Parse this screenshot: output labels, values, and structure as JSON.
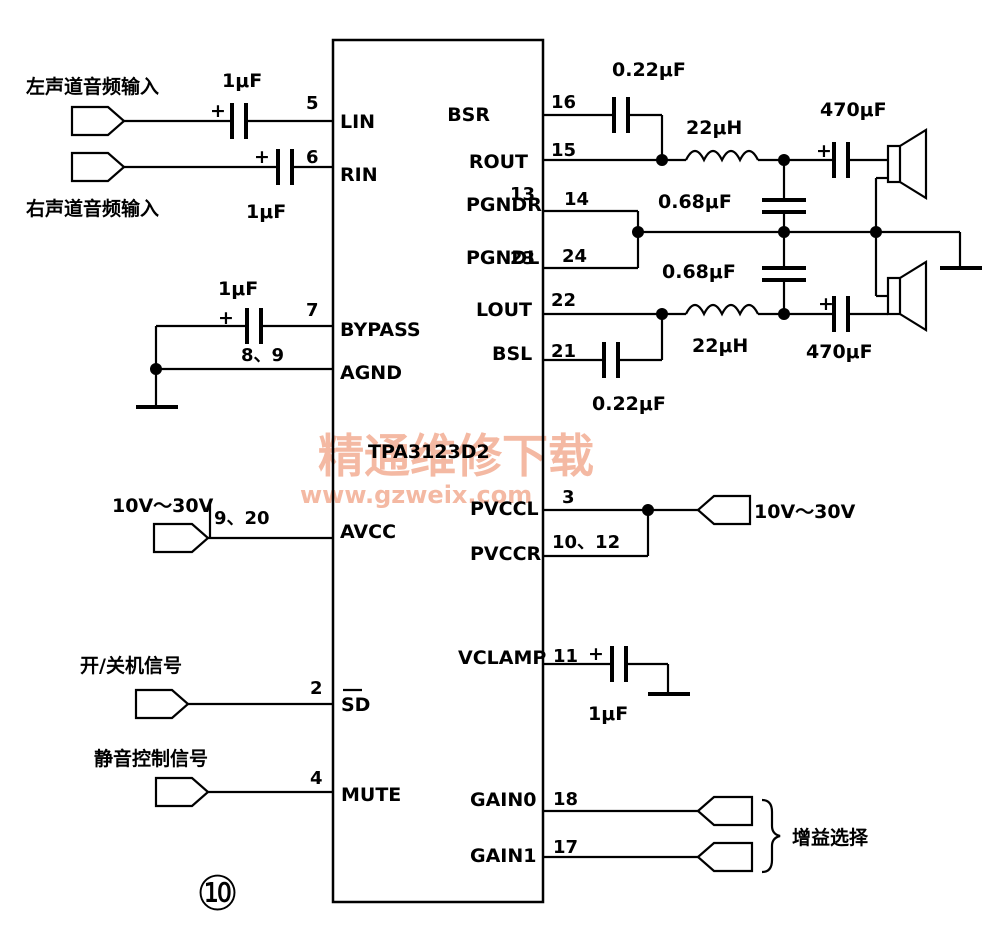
{
  "chip": {
    "part": "TPA3123D2",
    "figure_number": "⑩"
  },
  "watermark": {
    "text": "精通维修下载",
    "url": "www.gzweix.com"
  },
  "pins_left": [
    {
      "id": "lin",
      "num": "5",
      "name": "LIN"
    },
    {
      "id": "rin",
      "num": "6",
      "name": "RIN"
    },
    {
      "id": "bypass",
      "num": "7",
      "name": "BYPASS"
    },
    {
      "id": "agnd",
      "num": "8、9",
      "name": "AGND"
    },
    {
      "id": "avcc",
      "num": "9、20",
      "name": "AVCC"
    },
    {
      "id": "sd",
      "num": "2",
      "name": "SD"
    },
    {
      "id": "mute",
      "num": "4",
      "name": "MUTE"
    }
  ],
  "pins_right": [
    {
      "id": "bsr",
      "num": "16",
      "name": "BSR"
    },
    {
      "id": "rout",
      "num": "15",
      "name": "ROUT"
    },
    {
      "id": "pgndr",
      "num": "14",
      "name": "PGNDR",
      "num2": "13"
    },
    {
      "id": "pgndl",
      "num": "24",
      "name": "PGNDL",
      "num2": "23"
    },
    {
      "id": "lout",
      "num": "22",
      "name": "LOUT"
    },
    {
      "id": "bsl",
      "num": "21",
      "name": "BSL"
    },
    {
      "id": "pvccl",
      "num": "3",
      "name": "PVCCL"
    },
    {
      "id": "pvccr",
      "num": "10、12",
      "name": "PVCCR"
    },
    {
      "id": "vclamp",
      "num": "11",
      "name": "VCLAMP"
    },
    {
      "id": "gain0",
      "num": "18",
      "name": "GAIN0"
    },
    {
      "id": "gain1",
      "num": "17",
      "name": "GAIN1"
    }
  ],
  "signals": {
    "left_audio_in": "左声道音频输入",
    "right_audio_in": "右声道音频输入",
    "avcc_supply": "10V～30V",
    "pvcc_supply": "10V～30V",
    "power_signal": "开/关机信号",
    "mute_signal": "静音控制信号",
    "gain_select": "增益选择"
  },
  "components": {
    "c_lin": "1μF",
    "c_rin": "1μF",
    "c_bypass": "1μF",
    "c_vclamp": "1μF",
    "c_bsr": "0.22μF",
    "c_bsl": "0.22μF",
    "l_r": "22μH",
    "l_l": "22μH",
    "c_filter_r": "0.68μF",
    "c_filter_l": "0.68μF",
    "c_out_r": "470μF",
    "c_out_l": "470μF"
  },
  "polarity_mark": "+"
}
